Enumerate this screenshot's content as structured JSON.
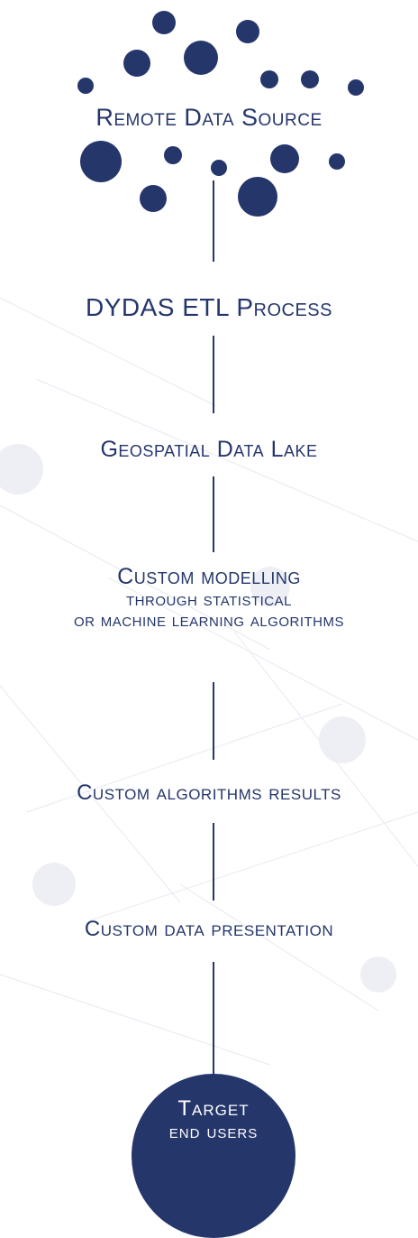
{
  "colors": {
    "primary": "#25366b",
    "background": "#ffffff",
    "network_lines": "#dfe4ef"
  },
  "remote_source": {
    "label": "Remote Data Source"
  },
  "stages": [
    {
      "label": "DYDAS ETL Process"
    },
    {
      "label": "Geospatial Data Lake"
    },
    {
      "lines": [
        "Custom modelling",
        "through statistical",
        "or machine learning algorithms"
      ]
    },
    {
      "label": "Custom algorithms results"
    },
    {
      "label": "Custom data presentation"
    }
  ],
  "target": {
    "line1": "Target",
    "line2": "end users"
  }
}
